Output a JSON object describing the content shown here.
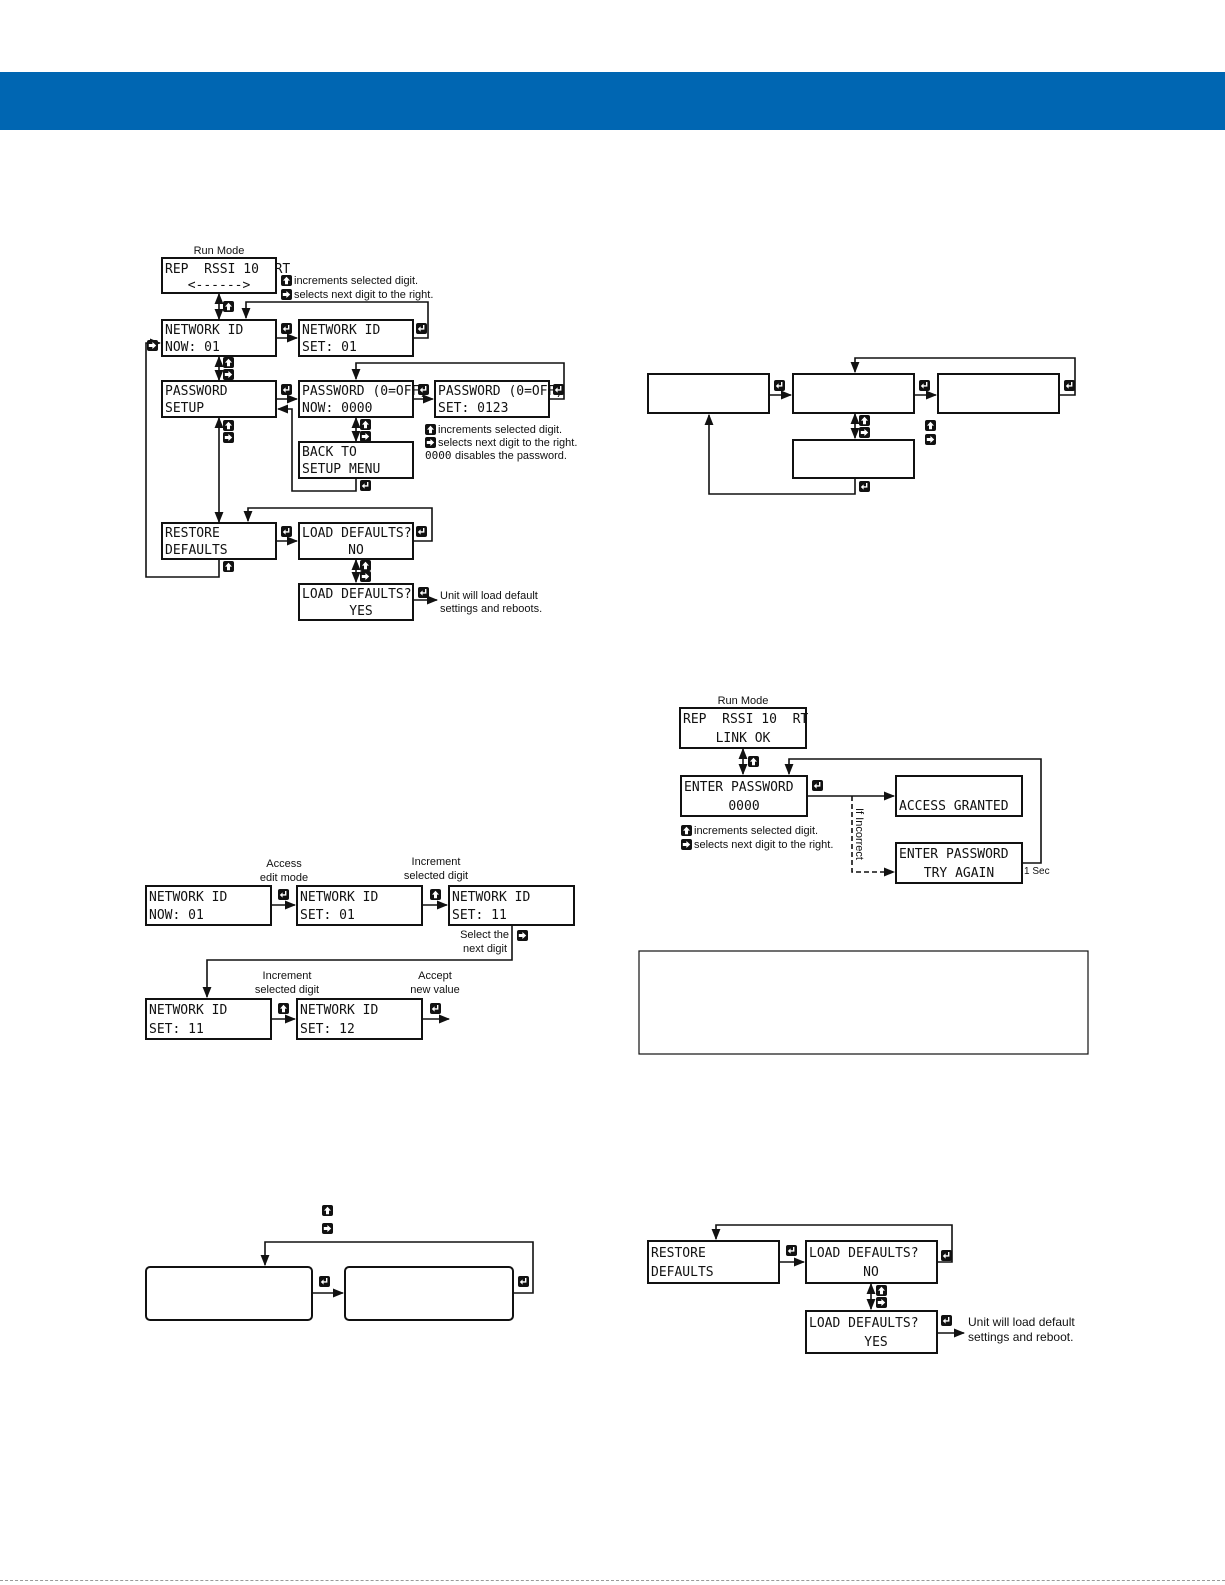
{
  "colors": {
    "banner": "#0066b2",
    "ink": "#111111",
    "paper": "#ffffff"
  },
  "icons": {
    "up": "up-arrow-key-icon",
    "right": "right-arrow-key-icon",
    "enter": "enter-key-icon"
  },
  "diagram1": {
    "run_mode_label": "Run Mode",
    "run_line1": "REP  RSSI 10  RT",
    "run_line2": "<------>",
    "hint_up": "increments selected digit.",
    "hint_right": "selects next digit to the right.",
    "net_now_line1": "NETWORK ID",
    "net_now_line2": "NOW: 01",
    "net_set_line1": "NETWORK ID",
    "net_set_line2": "SET: 01",
    "pw_setup_line1": "PASSWORD",
    "pw_setup_line2": "SETUP",
    "pw_now_line1": "PASSWORD (0=OFF)",
    "pw_now_line2": "NOW: 0000",
    "pw_set_line1": "PASSWORD (0=OFF)",
    "pw_set_line2": "SET: 0123",
    "pw_hint_up": "increments selected digit.",
    "pw_hint_right": "selects next digit to the right.",
    "pw_hint_zero_code": "0000",
    "pw_hint_zero_text": " disables the password.",
    "back_line1": "BACK TO",
    "back_line2": "SETUP MENU",
    "restore_line1": "RESTORE",
    "restore_line2": "DEFAULTS",
    "load_no_line1": "LOAD DEFAULTS?",
    "load_no_line2": "NO",
    "load_yes_line1": "LOAD DEFAULTS?",
    "load_yes_line2": "YES",
    "load_note1": "Unit will load default",
    "load_note2": "settings and reboots."
  },
  "diagram2": {},
  "diagram3": {
    "access_label1": "Access",
    "access_label2": "edit mode",
    "inc_label1": "Increment",
    "inc_label2": "selected digit",
    "next_label1": "Select the",
    "next_label2": "next digit",
    "inc2_label1": "Increment",
    "inc2_label2": "selected digit",
    "accept_label1": "Accept",
    "accept_label2": "new value",
    "b1_line1": "NETWORK ID",
    "b1_line2": "NOW: 01",
    "b2_line1": "NETWORK ID",
    "b2_line2": "SET: 01",
    "b3_line1": "NETWORK ID",
    "b3_line2": "SET: 11",
    "b4_line1": "NETWORK ID",
    "b4_line2": "SET: 11",
    "b5_line1": "NETWORK ID",
    "b5_line2": "SET: 12"
  },
  "diagram4": {
    "run_mode_label": "Run Mode",
    "run_line1": "REP  RSSI 10  RT",
    "run_line2": "LINK OK",
    "enter_line1": "ENTER PASSWORD",
    "enter_line2": "0000",
    "granted": "ACCESS GRANTED",
    "try_line1": "ENTER PASSWORD",
    "try_line2": "TRY AGAIN",
    "if_incorrect": "If Incorrect",
    "one_sec": "1 Sec",
    "hint_up": "increments selected digit.",
    "hint_right": "selects next digit to the right."
  },
  "diagram6": {
    "restore_line1": "RESTORE",
    "restore_line2": "DEFAULTS",
    "load_no_line1": "LOAD DEFAULTS?",
    "load_no_line2": "NO",
    "load_yes_line1": "LOAD DEFAULTS?",
    "load_yes_line2": "YES",
    "note1": "Unit will load default",
    "note2": "settings and reboot."
  }
}
